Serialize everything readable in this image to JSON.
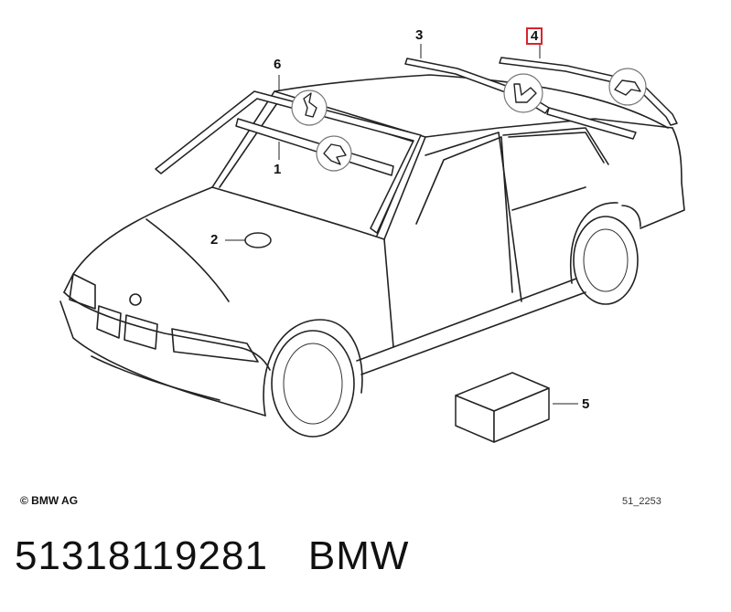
{
  "diagram": {
    "callouts": [
      {
        "id": "1",
        "label": "1",
        "highlighted": false
      },
      {
        "id": "2",
        "label": "2",
        "highlighted": false
      },
      {
        "id": "3",
        "label": "3",
        "highlighted": false
      },
      {
        "id": "4",
        "label": "4",
        "highlighted": true
      },
      {
        "id": "5",
        "label": "5",
        "highlighted": false
      },
      {
        "id": "6",
        "label": "6",
        "highlighted": false
      }
    ],
    "copyright": "© BMW AG",
    "reference_code": "51_2253",
    "highlight_color": "#d8242f"
  },
  "footer": {
    "part_number": "51318119281",
    "brand": "BMW"
  }
}
